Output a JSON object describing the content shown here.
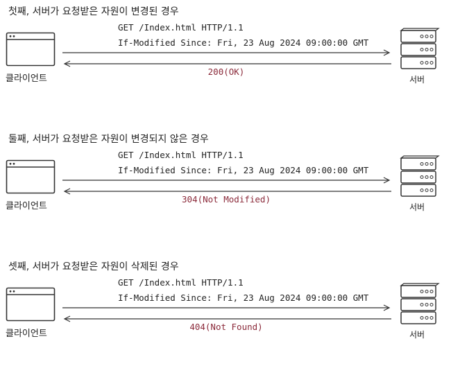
{
  "colors": {
    "response_text": "#8b2a3a",
    "line": "#333333"
  },
  "scenarios": [
    {
      "title": "첫째, 서버가 요청받은 자원이 변경된 경우",
      "request_line1": "GET /Index.html HTTP/1.1",
      "request_line2": "If-Modified Since: Fri, 23 Aug 2024 09:00:00 GMT",
      "response": "200(OK)",
      "client_label": "클라이언트",
      "server_label": "서버"
    },
    {
      "title": "둘째, 서버가 요청받은 자원이 변경되지 않은 경우",
      "request_line1": "GET /Index.html HTTP/1.1",
      "request_line2": "If-Modified Since: Fri, 23 Aug 2024 09:00:00 GMT",
      "response": "304(Not Modified)",
      "client_label": "클라이언트",
      "server_label": "서버"
    },
    {
      "title": "셋째, 서버가 요청받은 자원이 삭제된 경우",
      "request_line1": "GET /Index.html HTTP/1.1",
      "request_line2": "If-Modified Since: Fri, 23 Aug 2024 09:00:00 GMT",
      "response": "404(Not Found)",
      "client_label": "클라이언트",
      "server_label": "서버"
    }
  ]
}
